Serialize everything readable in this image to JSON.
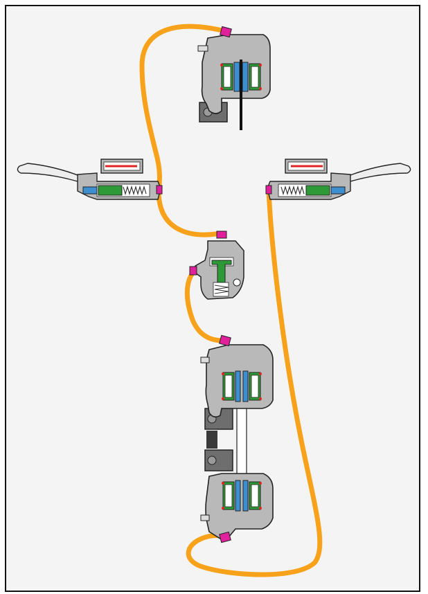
{
  "diagram": {
    "components": [
      {
        "name": "front-caliper-top"
      },
      {
        "name": "left-brake-lever"
      },
      {
        "name": "right-brake-lever"
      },
      {
        "name": "proportioning-valve"
      },
      {
        "name": "double-caliper-upper"
      },
      {
        "name": "double-caliper-lower"
      }
    ],
    "hoses": [
      {
        "name": "hose-left-lever-to-top-caliper"
      },
      {
        "name": "hose-left-lever-to-valve"
      },
      {
        "name": "hose-valve-to-upper-caliper"
      },
      {
        "name": "hose-right-lever-to-lower-caliper"
      }
    ]
  },
  "colors": {
    "background": "#f4f4f4",
    "border": "#111111",
    "hose": "#f7a21a",
    "body": "#b9b9b9",
    "body_outline": "#222222",
    "fitting": "#e0219b",
    "piston": "#2d9a37",
    "pad": "#3c8fd0",
    "seal": "#e02424",
    "bracket": "#6e6e6e"
  }
}
